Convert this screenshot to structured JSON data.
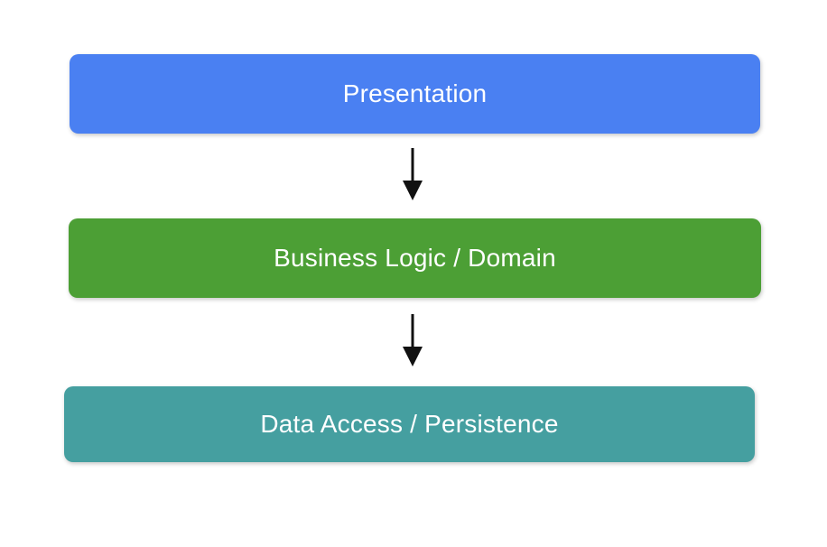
{
  "diagram": {
    "background_color": "#ffffff",
    "text_color": "#ffffff",
    "arrow_color": "#111111",
    "layers": [
      {
        "label": "Presentation",
        "color": "#4a80f2"
      },
      {
        "label": "Business Logic / Domain",
        "color": "#4c9f35"
      },
      {
        "label": "Data Access / Persistence",
        "color": "#459fa0"
      }
    ],
    "connections": [
      {
        "from": "Presentation",
        "to": "Business Logic / Domain",
        "icon": "down-arrow-icon"
      },
      {
        "from": "Business Logic / Domain",
        "to": "Data Access / Persistence",
        "icon": "down-arrow-icon"
      }
    ]
  }
}
